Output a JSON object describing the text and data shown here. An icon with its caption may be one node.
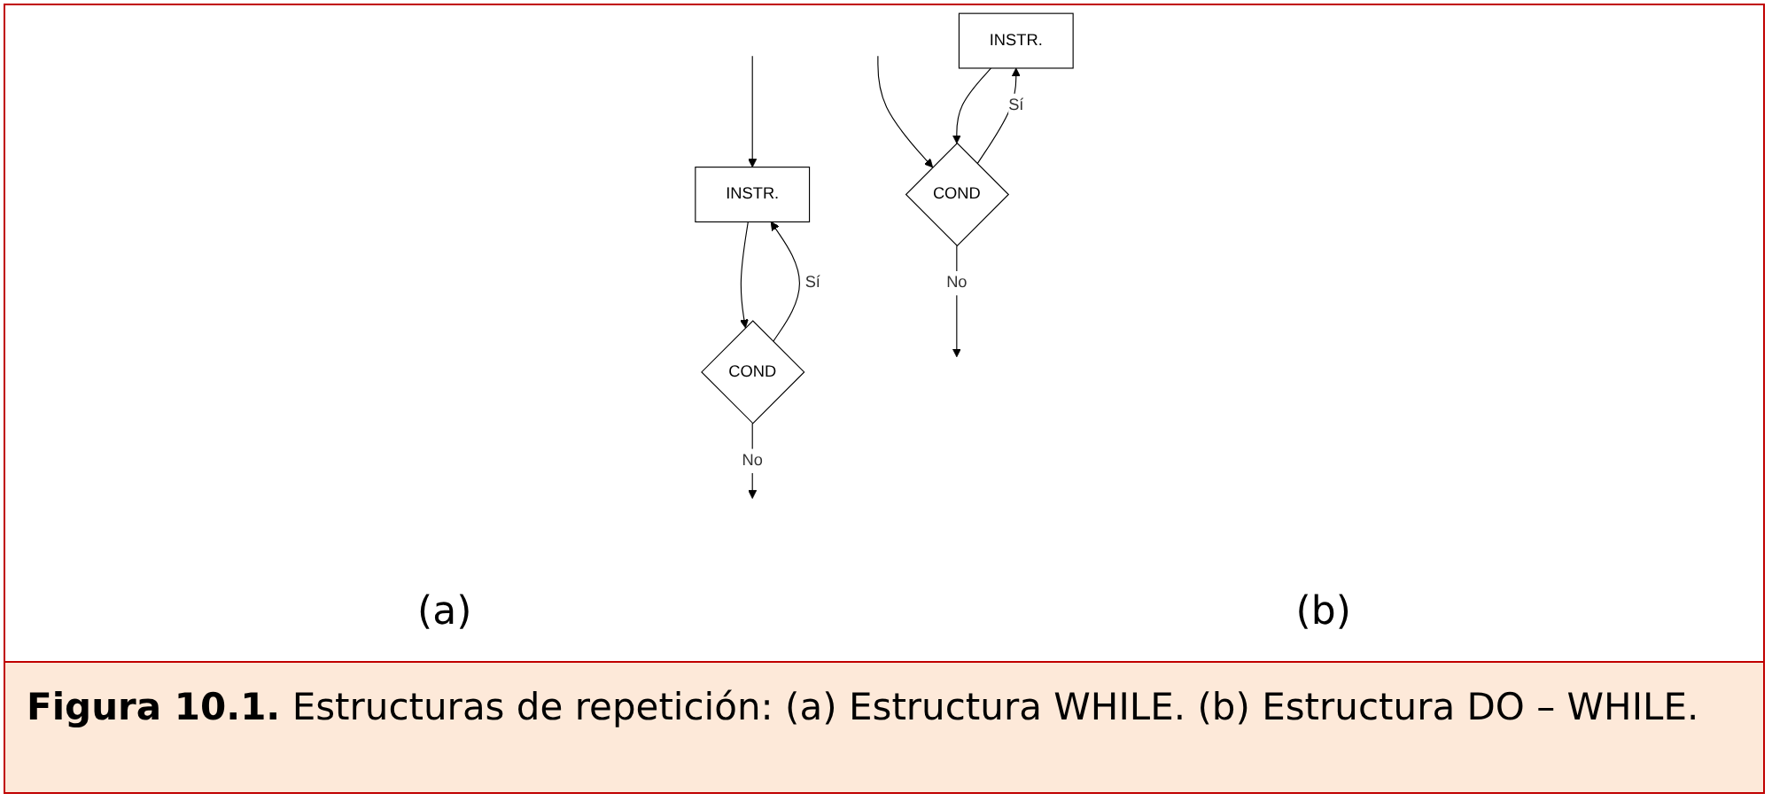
{
  "diagram": {
    "caption": "**Figura 10.1.** Estructuras de repetición: (a) Estructura WHILE. (b) Estructura DO – WHILE.",
    "nodes": [
      {
        "text": [
          "INSTR."
        ]
      },
      {
        "text": [
          "COND"
        ]
      },
      {
        "text": [
          "INSTR."
        ]
      },
      {
        "text": [
          "COND"
        ]
      }
    ],
    "edges": [
      {
        "from": null,
        "to": 1,
        "arrow": "to"
      },
      {
        "from": 1,
        "to": 0,
        "arrow": "to",
        "label": "Sí"
      },
      {
        "from": 0,
        "to": 1,
        "arrow": "to"
      },
      {
        "from": 1,
        "to": null,
        "arrow": "to",
        "label": "No"
      },
      {
        "from": null,
        "to": 2,
        "arrow": "to"
      },
      {
        "from": 2,
        "to": 3,
        "arrow": "to"
      },
      {
        "from": 3,
        "to": 2,
        "arrow": "to",
        "label": "Sí"
      },
      {
        "from": 3,
        "to": null,
        "arrow": "to",
        "label": "No"
      }
    ],
    "labels": [
      "(a)",
      "(b)"
    ]
  }
}
